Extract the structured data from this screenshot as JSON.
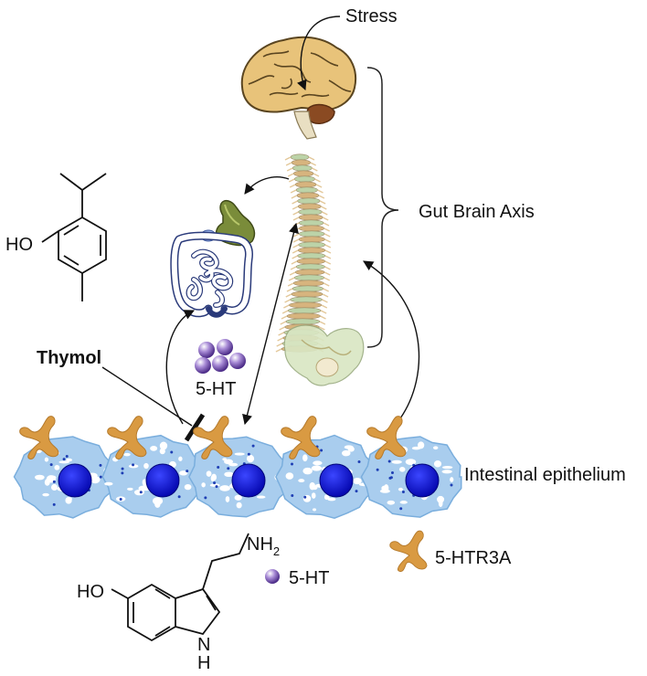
{
  "labels": {
    "stress": "Stress",
    "gut_brain_axis": "Gut Brain Axis",
    "thymol": "Thymol",
    "ht_cluster": "5-HT",
    "intestinal_epithelium": "Intestinal epithelium"
  },
  "chem": {
    "thymol_oh": "HO",
    "serotonin_oh": "HO",
    "serotonin_nh2": "NH",
    "serotonin_nh2_sub": "2",
    "serotonin_n": "N",
    "serotonin_h": "H"
  },
  "legend": {
    "ht": "5-HT",
    "receptor": "5-HTR3A"
  },
  "icons": [
    "brain-icon",
    "spine-icon",
    "gut-icon",
    "serotonin-particle-icon",
    "receptor-icon",
    "epithelial-cell-icon"
  ],
  "colors": {
    "cell_fill": "#a9cdee",
    "cell_edge": "#7aaedd",
    "nucleus": "#0a14d6",
    "receptor": "#d99a42",
    "particle": "#7b56b8",
    "brain": "#e8c37a",
    "spine": "#d7b47e"
  }
}
